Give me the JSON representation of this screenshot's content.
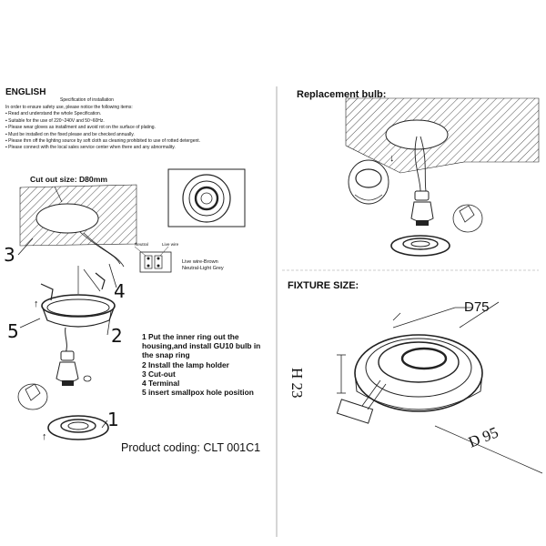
{
  "language_heading": "ENGLISH",
  "spec": {
    "title": "Specification of installation",
    "lines": [
      "In order to ensure safety use, please notice the following items:",
      "▪ Read and understand the whole Specification.",
      "▪ Suitable for the use of 220~240V and 50~60Hz.",
      "▪ Please wear gloves as installment and avoid rot on the surface of plating.",
      "▪ Must be installed on the fixed please and be checked annually.",
      "▪ Please thrn off the lighting source by soft cloth as cleaning prohibited to use of rotted detergent.",
      "▪ Please connect with the local sales service center when there and any abnormality."
    ]
  },
  "cutout_label": "Cut out size: D80mm",
  "callouts": {
    "n3": "3",
    "n4": "4",
    "n5": "5",
    "n2": "2",
    "n1": "1"
  },
  "wiring": {
    "neutral_tag": "Neutral",
    "live_tag": "Live wire",
    "legend": [
      "Live wire-Brown",
      "Neutral-Light Grey"
    ]
  },
  "steps": [
    "1 Put the inner ring out the",
    "   housing,and install GU10 bulb in",
    "   the snap ring",
    "2 Install the lamp holder",
    "3 Cut-out",
    "4 Terminal",
    "5 insert smallpox hole position"
  ],
  "product_coding": "Product coding: CLT 001C1",
  "replacement_heading": "Replacement bulb:",
  "fixture_heading": "FIXTURE SIZE:",
  "dimensions": {
    "d75": "D75",
    "h23": "H 23",
    "d95": "D 95"
  },
  "arrow_glyphs": {
    "down": "↓",
    "up": "↑"
  }
}
